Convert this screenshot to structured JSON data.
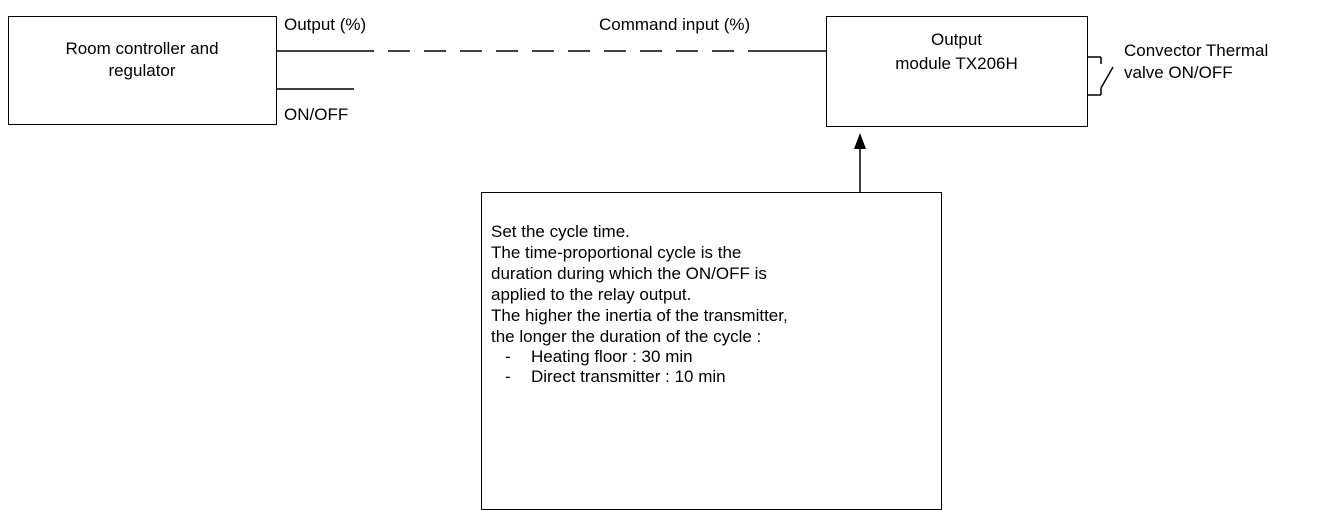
{
  "controller": {
    "line1": "Room controller and",
    "line2": "regulator"
  },
  "labels": {
    "output_pct": "Output (%)",
    "on_off": "ON/OFF",
    "command_input": "Command input (%)"
  },
  "module": {
    "line1": "Output",
    "line2": "module TX206H"
  },
  "valve": {
    "line1": "Convector Thermal",
    "line2": "valve ON/OFF"
  },
  "note": {
    "lines": [
      "Set the cycle time.",
      "The time-proportional cycle is the",
      "duration during which the ON/OFF is",
      "applied to the relay output.",
      "The higher the inertia of the transmitter,",
      "the longer the duration of the cycle :"
    ],
    "bullets": [
      {
        "dash": "-",
        "text": "Heating floor : 30 min"
      },
      {
        "dash": "-",
        "text": "Direct transmitter : 10 min"
      }
    ]
  }
}
